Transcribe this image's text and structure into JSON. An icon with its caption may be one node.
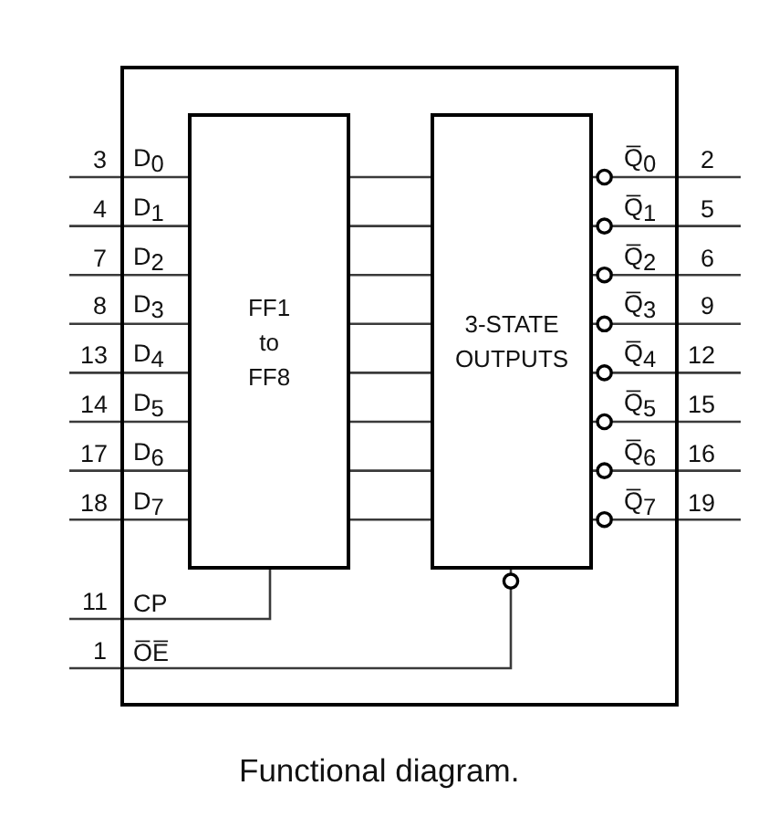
{
  "diagram": {
    "caption": "Functional diagram.",
    "nodes": [
      {
        "text": [],
        "shape": "box"
      },
      {
        "text": [
          "FF1 to FF8"
        ],
        "in": 0
      },
      {
        "text": [
          "3-STATE OUTPUTS"
        ],
        "in": 0
      }
    ],
    "edges": [
      {
        "from": null,
        "to": 1,
        "arrow": "none"
      },
      {
        "from": null,
        "to": 1,
        "arrow": "none"
      },
      {
        "from": null,
        "to": 1,
        "arrow": "none"
      },
      {
        "from": null,
        "to": 1,
        "arrow": "none"
      },
      {
        "from": null,
        "to": 1,
        "arrow": "none"
      },
      {
        "from": null,
        "to": 1,
        "arrow": "none"
      },
      {
        "from": null,
        "to": 1,
        "arrow": "none"
      },
      {
        "from": null,
        "to": 1,
        "arrow": "none"
      },
      {
        "from": 1,
        "to": 2,
        "arrow": "none"
      },
      {
        "from": 1,
        "to": 2,
        "arrow": "none"
      },
      {
        "from": 1,
        "to": 2,
        "arrow": "none"
      },
      {
        "from": 1,
        "to": 2,
        "arrow": "none"
      },
      {
        "from": 1,
        "to": 2,
        "arrow": "none"
      },
      {
        "from": 1,
        "to": 2,
        "arrow": "none"
      },
      {
        "from": 1,
        "to": 2,
        "arrow": "none"
      },
      {
        "from": 1,
        "to": 2,
        "arrow": "none"
      },
      {
        "from": 2,
        "to": null,
        "arrow": "other"
      },
      {
        "from": 2,
        "to": null,
        "arrow": "other"
      },
      {
        "from": 2,
        "to": null,
        "arrow": "other"
      },
      {
        "from": 2,
        "to": null,
        "arrow": "other"
      },
      {
        "from": 2,
        "to": null,
        "arrow": "other"
      },
      {
        "from": 2,
        "to": null,
        "arrow": "other"
      },
      {
        "from": 2,
        "to": null,
        "arrow": "other"
      },
      {
        "from": 2,
        "to": null,
        "arrow": "other"
      },
      {
        "from": null,
        "to": 1,
        "arrow": "none"
      },
      {
        "from": null,
        "to": 2,
        "arrow": "other"
      }
    ],
    "labels": [
      "3",
      "D$_{0}$",
      "Q̅$_{0}$",
      "2",
      "4",
      "D$_{1}$",
      "Q̅$_{1}$",
      "5",
      "7",
      "D$_{2}$",
      "Q̅$_{2}$",
      "6",
      "8",
      "D$_{3}$",
      "Q̅$_{3}$",
      "9",
      "13",
      "D$_{4}$",
      "Q̅$_{4}$",
      "12",
      "14",
      "D$_{5}$",
      "Q̅$_{5}$",
      "15",
      "17",
      "D$_{6}$",
      "Q̅$_{6}$",
      "16",
      "18",
      "D$_{7}$",
      "Q̅$_{7}$",
      "19",
      "11",
      "CP",
      "1",
      "O̅E̅"
    ]
  }
}
